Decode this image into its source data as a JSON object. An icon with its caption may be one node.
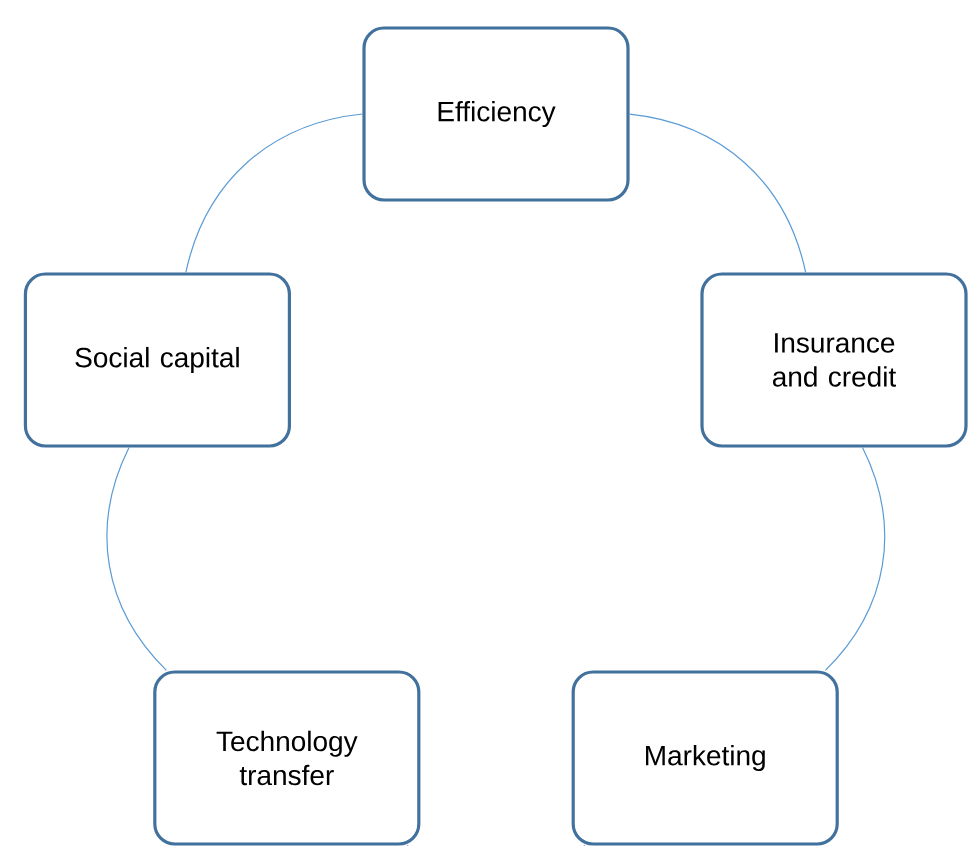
{
  "diagram": {
    "nodes": [
      {
        "text": [
          "Efficiency"
        ]
      },
      {
        "text": [
          "Insurance and credit"
        ]
      },
      {
        "text": [
          "Marketing"
        ]
      },
      {
        "text": [
          "Technology transfer"
        ]
      },
      {
        "text": [
          "Social capital"
        ]
      }
    ],
    "edges": [
      {
        "from": 0,
        "to": 1,
        "arrow": "none"
      },
      {
        "from": 1,
        "to": 2,
        "arrow": "none"
      },
      {
        "from": 2,
        "to": 3,
        "arrow": "none"
      },
      {
        "from": 3,
        "to": 4,
        "arrow": "none"
      },
      {
        "from": 4,
        "to": 0,
        "arrow": "none"
      }
    ]
  }
}
